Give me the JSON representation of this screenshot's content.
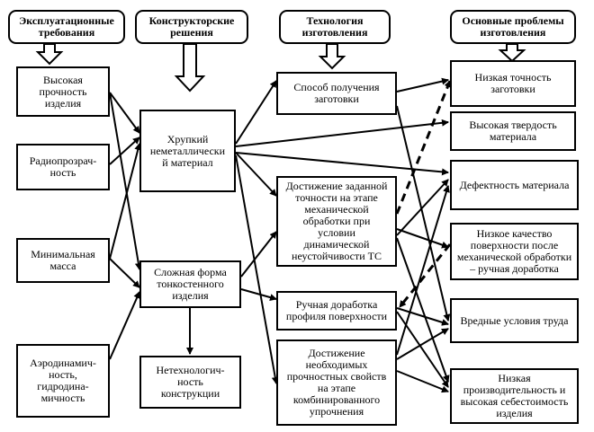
{
  "headers": {
    "h1": "Эксплуатационные\nтребования",
    "h2": "Конструкторские\nрешения",
    "h3": "Технология\nизготовления",
    "h4": "Основные проблемы\nизготовления"
  },
  "requirements": {
    "strength": "Высокая\nпрочность\nизделия",
    "radio": "Радиопрозрач-\nность",
    "mass": "Минимальная\nмасса",
    "aero": "Аэродинамич-\nность,\nгидродина-\nмичность"
  },
  "design": {
    "brittle": "Хрупкий\nнеметаллически\nй материал",
    "complex": "Сложная форма\nтонкостенного\nизделия",
    "nontech": "Нетехнологич-\nность\nконструкции"
  },
  "technology": {
    "blank": "Способ получения\nзаготовки",
    "accuracy": "Достижение заданной\nточности на этапе\nмеханической\nобработки при\nусловии\nдинамической\nнеустойчивости ТС",
    "manual": "Ручная доработка\nпрофиля поверхности",
    "props": "Достижение\nнеобходимых\nпрочностных свойств\nна этапе\nкомбинированного\nупрочнения"
  },
  "problems": {
    "low_acc": "Низкая точность\nзаготовки",
    "hardness": "Высокая твердость\nматериала",
    "defect": "Дефектность материала",
    "quality": "Низкое качество\nповерхности после\nмеханической обработки\n– ручная доработка",
    "harmful": "Вредные условия труда",
    "low_prod": "Низкая\nпроизводительность и\nвысокая себестоимость\nизделия"
  }
}
